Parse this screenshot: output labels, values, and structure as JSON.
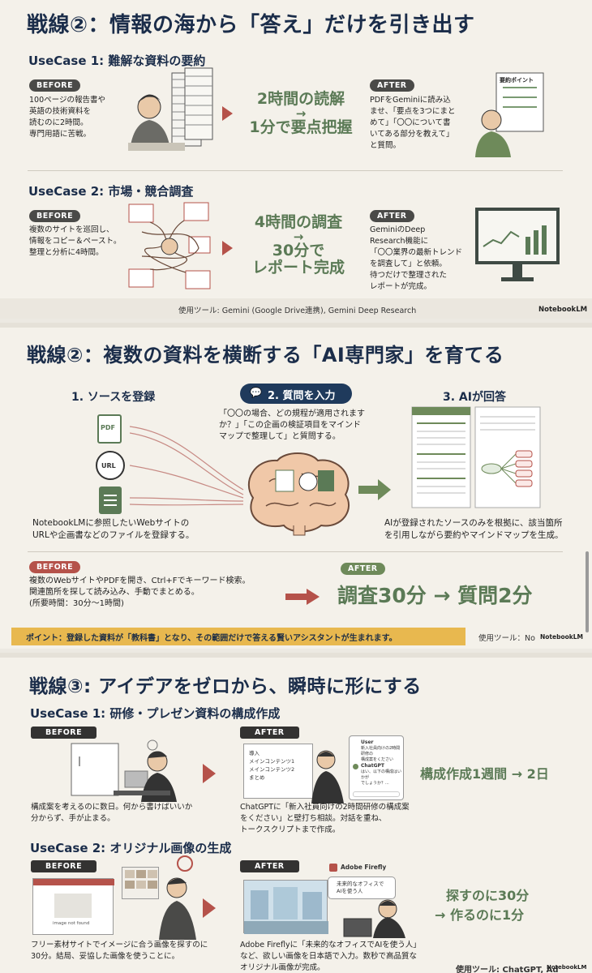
{
  "slide1": {
    "title": "戦線②：情報の海から「答え」だけを引き出す",
    "usecase1": {
      "heading": "UseCase 1: 難解な資料の要約",
      "before_label": "BEFORE",
      "before_text": [
        "100ページの報告書や",
        "英語の技術資料を",
        "読むのに2時間。",
        "専門用語に苦戦。"
      ],
      "result": [
        "2時間の読解",
        "→",
        "1分で要点把握"
      ],
      "after_label": "AFTER",
      "after_text": [
        "PDFをGeminiに読み込",
        "ませ、「要点を3つにまと",
        "めて」「〇〇について書",
        "いてある部分を教えて」",
        "と質問。"
      ],
      "doc_label": "要約ポイント"
    },
    "usecase2": {
      "heading": "UseCase 2: 市場・競合調査",
      "before_label": "BEFORE",
      "before_text": [
        "複数のサイトを巡回し、",
        "情報をコピー＆ペースト。",
        "整理と分析に4時間。"
      ],
      "result": [
        "4時間の調査",
        "→",
        "30分で",
        "レポート完成"
      ],
      "after_label": "AFTER",
      "after_text": [
        "GeminiのDeep",
        "Research機能に",
        "「〇〇業界の最新トレンド",
        "を調査して」と依頼。",
        "待つだけで整理された",
        "レポートが完成。"
      ]
    },
    "footer": "使用ツール: Gemini (Google Drive連携), Gemini Deep Research",
    "brand": "NotebookLM"
  },
  "slide2": {
    "title": "戦線②：複数の資料を横断する「AI専門家」を育てる",
    "step1": "1. ソースを登録",
    "step2": "2. 質問を入力",
    "step3": "3. AIが回答",
    "question_text": [
      "「〇〇の場合、どの規程が適用されます",
      "か？」「この企画の検証項目をマインド",
      "マップで整理して」と質問する。"
    ],
    "source_icons": [
      "PDF",
      "URL"
    ],
    "source_desc": [
      "NotebookLMに参照したいWebサイトの",
      "URLや企画書などのファイルを登録する。"
    ],
    "answer_desc": [
      "AIが登録されたソースのみを根拠に、該当箇所",
      "を引用しながら要約やマインドマップを生成。"
    ],
    "before_label": "BEFORE",
    "before_text": [
      "複数のWebサイトやPDFを開き、Ctrl+Fでキーワード検索。",
      "関連箇所を探して読み込み、手動でまとめる。",
      "(所要時間：30分〜1時間)"
    ],
    "after_label": "AFTER",
    "after_result": "調査30分 → 質問2分",
    "point": "ポイント：登録した資料が「教科書」となり、その範囲だけで答える賢いアシスタントが生まれます。",
    "tool": "使用ツール：No",
    "brand": "NotebookLM"
  },
  "slide3": {
    "title": "戦線③: アイデアをゼロから、瞬時に形にする",
    "usecase1": {
      "heading": "UseCase 1: 研修・プレゼン資料の構成作成",
      "before_label": "BEFORE",
      "before_text": [
        "構成案を考えるのに数日。何から書けばいいか",
        "分からず、手が止まる。"
      ],
      "after_label": "AFTER",
      "after_text": [
        "ChatGPTに「新入社員向けの2時間研修の構成案",
        "をください」と壁打ち相談。対話を重ね、",
        "トークスクリプトまで作成。"
      ],
      "result": "構成作成1週間 → 2日",
      "chat_user": "User",
      "chat_user_msg": [
        "新入社員向けの2時間研修の",
        "構成案をください"
      ],
      "chat_bot": "ChatGPT",
      "chat_bot_msg": [
        "はい、以下の構成はいかが",
        "でしょうか？..."
      ],
      "slide_items": [
        "導入",
        "メインコンテンツ1",
        "メインコンテンツ2",
        "まとめ"
      ]
    },
    "usecase2": {
      "heading": "UseCase 2: オリジナル画像の生成",
      "before_label": "BEFORE",
      "before_text": [
        "フリー素材サイトでイメージに合う画像を探すのに",
        "30分。結局、妥協した画像を使うことに。"
      ],
      "after_label": "AFTER",
      "after_text": [
        "Adobe Fireflyに「未来的なオフィスでAIを使う人」",
        "など、欲しい画像を日本語で入力。数秒で高品質な",
        "オリジナル画像が完成。"
      ],
      "result": [
        "探すのに30分",
        "→ 作るのに1分"
      ],
      "firefly": "Adobe Firefly",
      "firefly_prompt": [
        "未来的なオフィスで",
        "AIを使う人"
      ],
      "not_found": "image not found"
    },
    "tool": "使用ツール: ChatGPT, Ad",
    "brand": "NotebookLM"
  }
}
